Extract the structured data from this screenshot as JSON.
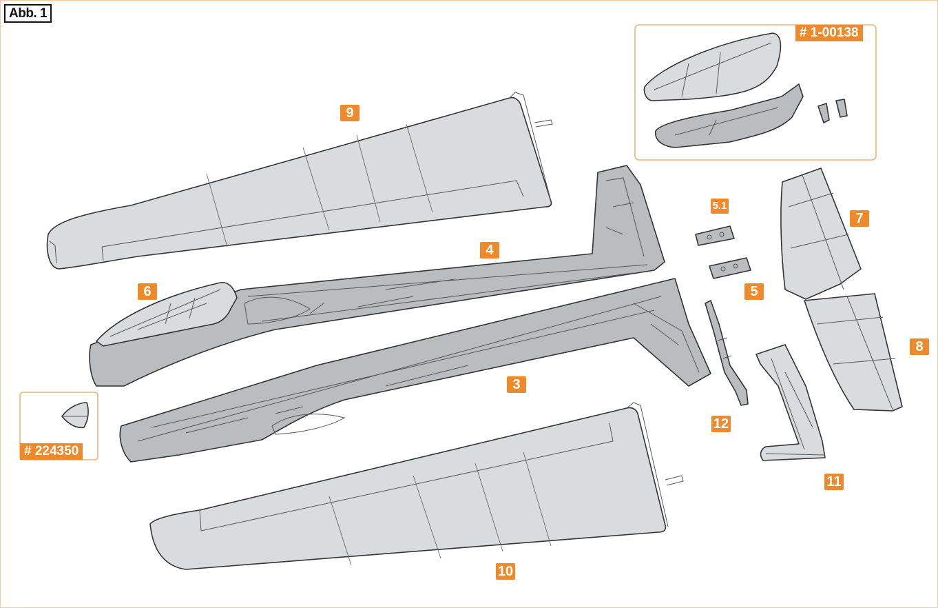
{
  "figure": {
    "title": "Abb. 1"
  },
  "callouts": {
    "p9": "9",
    "p4": "4",
    "p6": "6",
    "p3": "3",
    "p10": "10",
    "p5_1": "5.1",
    "p5": "5",
    "p12": "12",
    "p7": "7",
    "p8": "8",
    "p11": "11"
  },
  "references": {
    "canopy_set": "# 1-00138",
    "spinner": "# 224350"
  },
  "colors": {
    "callout_bg": "#ef8a2c",
    "detail_box": "#f0b27a",
    "part_fill": "#d9dcde"
  }
}
